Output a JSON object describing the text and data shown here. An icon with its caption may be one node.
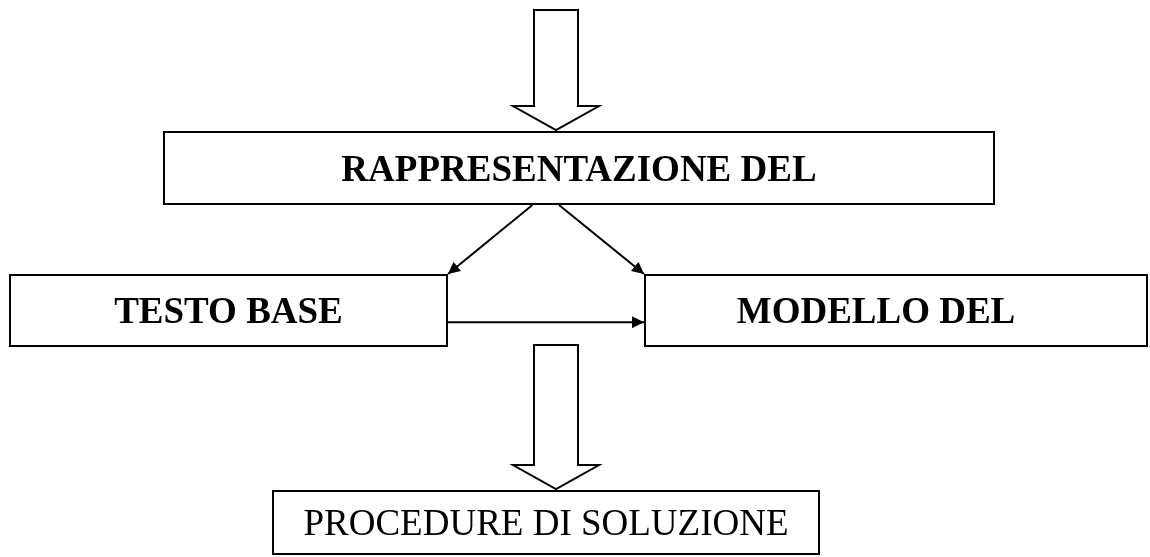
{
  "diagram": {
    "nodes": [
      {
        "text": [
          "RAPPRESENTAZIONE DEL"
        ]
      },
      {
        "text": [
          "TESTO BASE"
        ]
      },
      {
        "text": [
          "MODELLO DEL"
        ]
      },
      {
        "text": [
          "PROCEDURE DI SOLUZIONE"
        ]
      }
    ],
    "edges": [
      {
        "from": null,
        "to": 0,
        "arrow": "to",
        "style": "thick"
      },
      {
        "from": 0,
        "to": 1,
        "arrow": "to"
      },
      {
        "from": 0,
        "to": 2,
        "arrow": "to"
      },
      {
        "from": 1,
        "to": 2,
        "arrow": "to"
      },
      {
        "from": null,
        "to": 3,
        "arrow": "to",
        "style": "thick"
      }
    ]
  }
}
